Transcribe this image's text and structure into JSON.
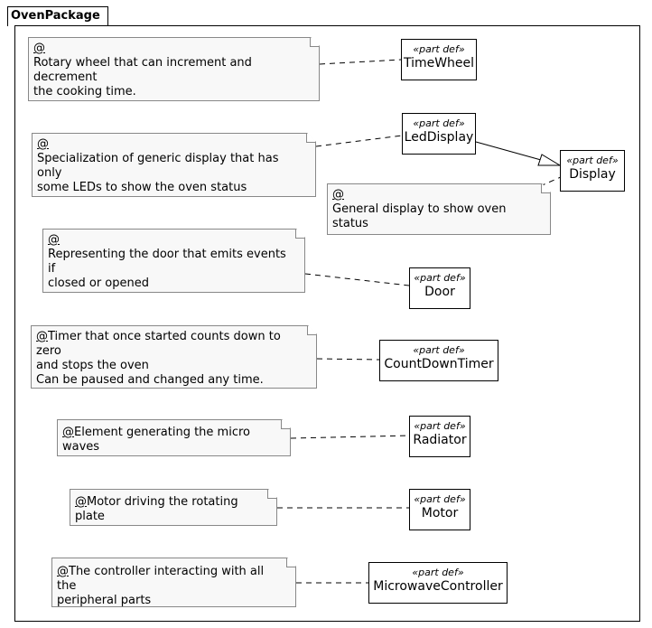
{
  "package": {
    "name": "OvenPackage"
  },
  "stereotype": "«part def»",
  "parts": {
    "time_wheel": "TimeWheel",
    "led_display": "LedDisplay",
    "display": "Display",
    "door": "Door",
    "countdown_timer": "CountDownTimer",
    "radiator": "Radiator",
    "motor": "Motor",
    "microwave_controller": "MicrowaveController"
  },
  "notes": {
    "time_wheel": {
      "marker": "@",
      "text": "Rotary wheel that can increment and decrement\nthe cooking time."
    },
    "led_display": {
      "marker": "@",
      "text": "Specialization of generic display that has only\nsome LEDs to show the oven status"
    },
    "display": {
      "marker": "@",
      "text": "General display to show oven status"
    },
    "door": {
      "marker": "@",
      "text": "Representing the door that emits events if\nclosed or opened"
    },
    "countdown_timer": {
      "marker": "@",
      "text": "Timer that once started counts down to zero\nand stops the oven\nCan be paused and changed any time."
    },
    "radiator": {
      "marker": "@",
      "text": "Element generating the micro waves"
    },
    "motor": {
      "marker": "@",
      "text": "Motor driving the rotating plate"
    },
    "microwave_controller": {
      "marker": "@",
      "text": "The controller interacting with all the\nperipheral parts"
    }
  }
}
